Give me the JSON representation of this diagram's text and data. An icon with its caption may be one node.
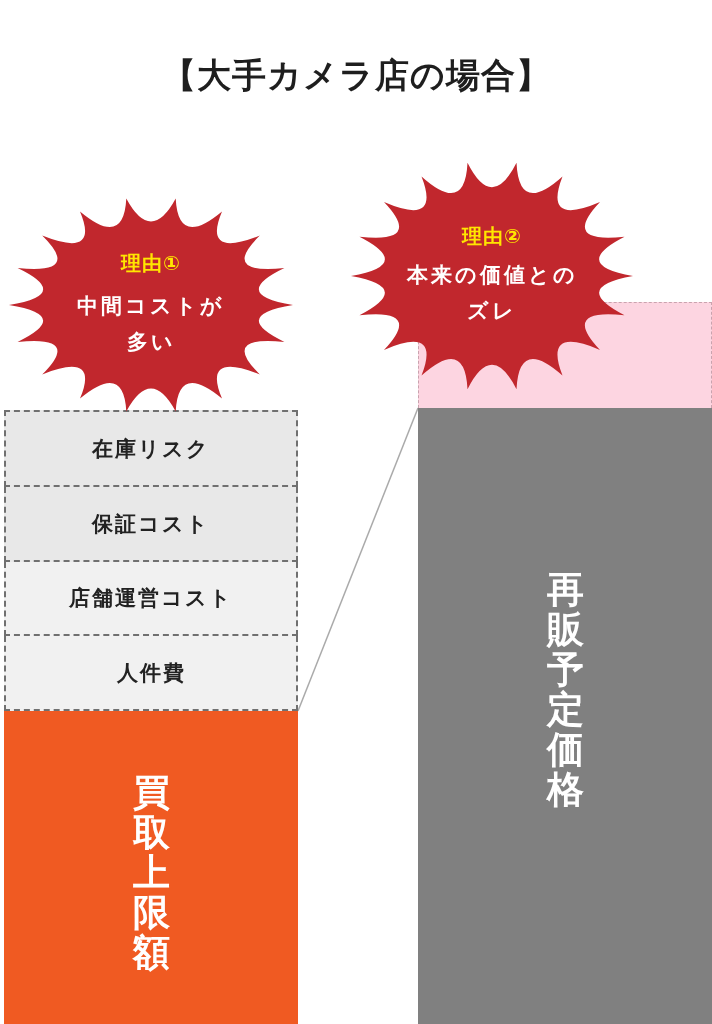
{
  "diagram": {
    "title": "【大手カメラ店の場合】",
    "nodes": [
      {
        "text": [
          "理由①",
          "中間コストが多い"
        ]
      },
      {
        "text": [
          "理由②",
          "本来の価値とのズレ"
        ]
      },
      {
        "text": [
          "在庫リスク"
        ]
      },
      {
        "text": [
          "保証コスト"
        ]
      },
      {
        "text": [
          "店舗運営コスト"
        ]
      },
      {
        "text": [
          "人件費"
        ]
      },
      {
        "text": [
          "買取上限額"
        ]
      },
      {
        "text": [],
        "shape": "box"
      },
      {
        "text": [
          "再販予定価格"
        ]
      }
    ],
    "edges": [
      {
        "from": 6,
        "to": 8,
        "arrow": "none"
      }
    ]
  }
}
